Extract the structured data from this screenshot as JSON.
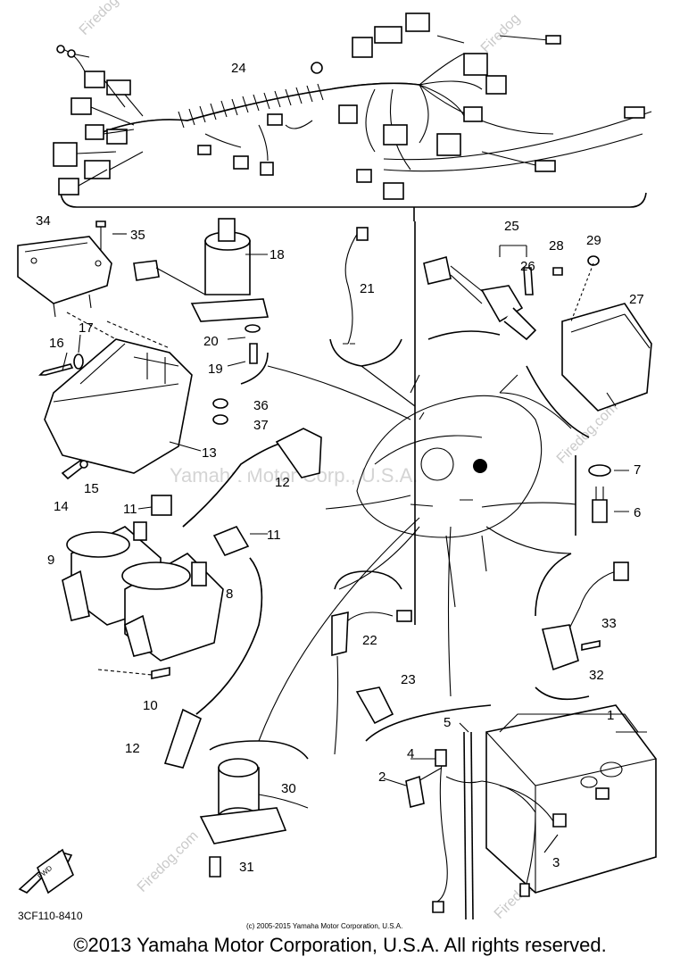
{
  "watermark": {
    "site": "Firedog",
    "site_lower": "Firedog.com",
    "center": "Yamaha Motor Corp., U.S.A."
  },
  "callouts": {
    "c1": "1",
    "c2": "2",
    "c3": "3",
    "c4": "4",
    "c5": "5",
    "c6": "6",
    "c7": "7",
    "c8": "8",
    "c9": "9",
    "c10": "10",
    "c11a": "11",
    "c11b": "11",
    "c12a": "12",
    "c12b": "12",
    "c13": "13",
    "c14": "14",
    "c15": "15",
    "c16": "16",
    "c17": "17",
    "c18": "18",
    "c19": "19",
    "c20": "20",
    "c21": "21",
    "c22": "22",
    "c23": "23",
    "c24": "24",
    "c25": "25",
    "c26": "26",
    "c27": "27",
    "c28": "28",
    "c29": "29",
    "c30": "30",
    "c31": "31",
    "c32": "32",
    "c33": "33",
    "c34": "34",
    "c35": "35",
    "c36": "36",
    "c37": "37"
  },
  "fwd_label": "FWD",
  "diagram_code": "3CF110-8410",
  "small_copyright": "(c) 2005-2015 Yamaha Motor Corporation, U.S.A.",
  "footer": "©2013 Yamaha Motor Corporation, U.S.A. All rights reserved."
}
